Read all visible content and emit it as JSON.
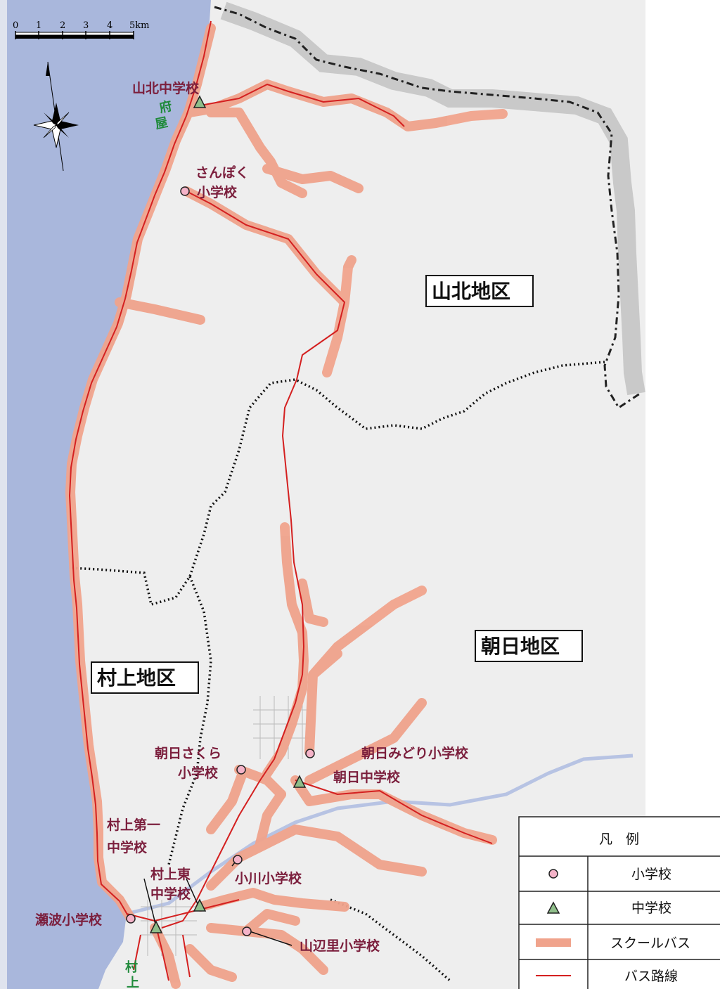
{
  "scale_bar": {
    "ticks": [
      "0",
      "1",
      "2",
      "3",
      "4"
    ],
    "end_label": "5km"
  },
  "districts": {
    "sanpoku": "山北地区",
    "asahi": "朝日地区",
    "murakami": "村上地区"
  },
  "schools": {
    "sanpoku_jhs": "山北中学校",
    "sanpoku_es_1": "さんぽく",
    "sanpoku_es_2": "小学校",
    "asahi_sakura_1": "朝日さくら",
    "asahi_sakura_2": "小学校",
    "asahi_midori": "朝日みどり小学校",
    "asahi_jhs": "朝日中学校",
    "murakami_daiichi_1": "村上第一",
    "murakami_daiichi_2": "中学校",
    "ogawa_es": "小川小学校",
    "murakami_higashi_1": "村上東",
    "murakami_higashi_2": "中学校",
    "senami_es": "瀬波小学校",
    "sanpenri_es": "山辺里小学校"
  },
  "stations": {
    "fuya": [
      "府",
      "屋"
    ],
    "murakami": [
      "村",
      "上"
    ]
  },
  "legend": {
    "title": "凡　例",
    "items": [
      {
        "symbol": "circle",
        "label": "小学校"
      },
      {
        "symbol": "triangle",
        "label": "中学校"
      },
      {
        "symbol": "thick-line",
        "label": "スクールバス"
      },
      {
        "symbol": "thin-line",
        "label": "バス路線"
      }
    ]
  },
  "colors": {
    "sea": "#a9b7dc",
    "land": "#eeeeee",
    "school_bus": "#f0a38c",
    "bus_route": "#d42020",
    "school_label": "#7b1e3c",
    "elementary_marker": "#f4b3c8",
    "junior_high_marker": "#8fbe8a",
    "station_label": "#1f8a3a"
  }
}
